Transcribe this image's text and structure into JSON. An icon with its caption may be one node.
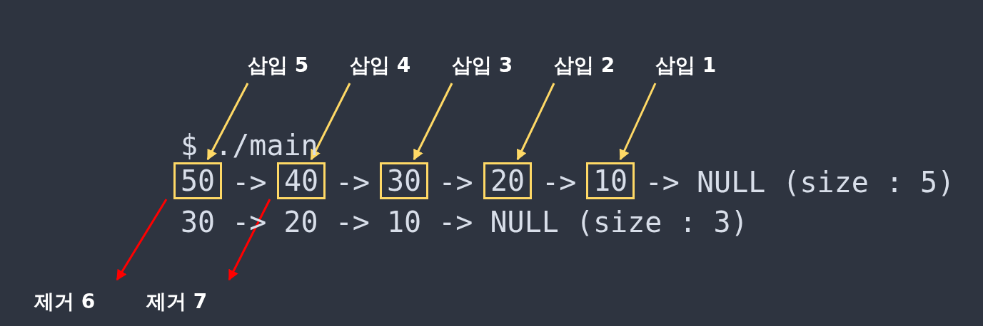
{
  "diagram": {
    "nodes": [
      {
        "text": [
          "삽입 5"
        ]
      },
      {
        "text": [
          "삽입 4"
        ]
      },
      {
        "text": [
          "삽입 3"
        ]
      },
      {
        "text": [
          "삽입 2"
        ]
      },
      {
        "text": [
          "삽입 1"
        ]
      },
      {
        "text": [
          "50"
        ]
      },
      {
        "text": [
          "40"
        ]
      },
      {
        "text": [
          "30"
        ]
      },
      {
        "text": [
          "20"
        ]
      },
      {
        "text": [
          "10"
        ]
      },
      {
        "text": [
          "제거 6"
        ]
      },
      {
        "text": [
          "제거 7"
        ]
      }
    ],
    "edges": [
      {
        "from": 0,
        "to": 5,
        "arrow": "to"
      },
      {
        "from": 1,
        "to": 6,
        "arrow": "to"
      },
      {
        "from": 2,
        "to": 7,
        "arrow": "to"
      },
      {
        "from": 3,
        "to": 8,
        "arrow": "to"
      },
      {
        "from": 4,
        "to": 9,
        "arrow": "to"
      },
      {
        "from": 5,
        "to": 10,
        "arrow": "to",
        "color": "#ff0000"
      },
      {
        "from": 6,
        "to": 11,
        "arrow": "to",
        "color": "#ff0000"
      }
    ],
    "labels": [
      "$ ./main",
      "->",
      "->",
      "->",
      "->",
      "->",
      "NULL (size : 5)",
      "30 -> 20 -> 10 -> NULL (size : 3)"
    ]
  }
}
